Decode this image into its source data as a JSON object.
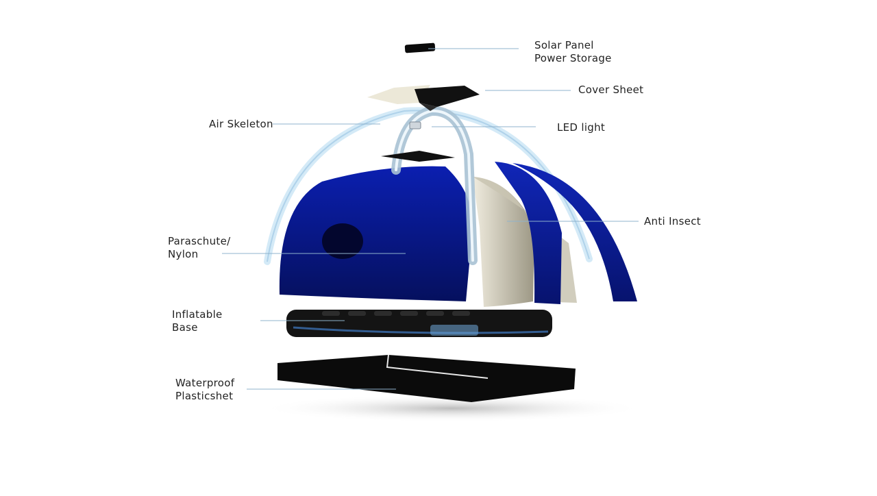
{
  "colors": {
    "nylon": "#0a1a9e",
    "nylon_dark": "#050d5a",
    "skeleton": "#cfe6f5",
    "leader_line": "#8fb3cc",
    "cover": "#e8e4d6",
    "black": "#0b0b0b"
  },
  "labels": {
    "solar_panel": [
      "Solar Panel",
      "Power Storage"
    ],
    "cover_sheet": [
      "Cover Sheet"
    ],
    "air_skeleton": [
      "Air Skeleton"
    ],
    "led_light": [
      "LED light"
    ],
    "anti_insect": [
      "Anti Insect"
    ],
    "parachute_nylon": [
      "Paraschute/",
      "Nylon"
    ],
    "inflatable_base": [
      "Inflatable",
      "Base"
    ],
    "waterproof_plasticsheet": [
      "Waterproof",
      "Plasticshet"
    ]
  }
}
